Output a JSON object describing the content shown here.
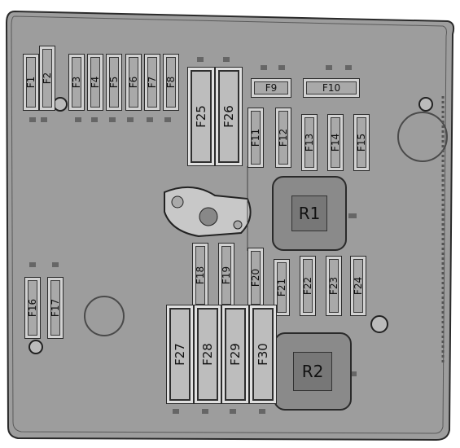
{
  "fuses": {
    "F1": "F1",
    "F2": "F2",
    "F3": "F3",
    "F4": "F4",
    "F5": "F5",
    "F6": "F6",
    "F7": "F7",
    "F8": "F8",
    "F9": "F9",
    "F10": "F10",
    "F11": "F11",
    "F12": "F12",
    "F13": "F13",
    "F14": "F14",
    "F15": "F15",
    "F16": "F16",
    "F17": "F17",
    "F18": "F18",
    "F19": "F19",
    "F20": "F20",
    "F21": "F21",
    "F22": "F22",
    "F23": "F23",
    "F24": "F24",
    "F25": "F25",
    "F26": "F26",
    "F27": "F27",
    "F28": "F28",
    "F29": "F29",
    "F30": "F30"
  },
  "relays": {
    "R1": "R1",
    "R2": "R2"
  },
  "colors": {
    "plate": "#9d9d9d",
    "outline": "#2a2a2a",
    "relay": "#8a8a8a"
  }
}
